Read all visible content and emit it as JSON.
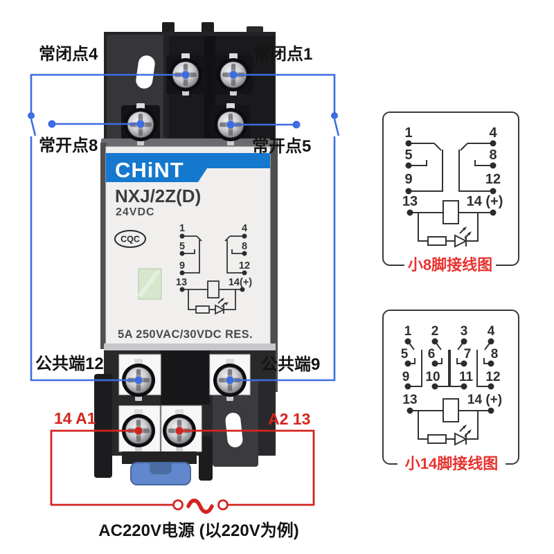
{
  "colors": {
    "annotation_blue": "#3e6de2",
    "annotation_red": "#d42420",
    "caption_red": "#e8322e",
    "brand_blue": "#1478ce",
    "body_dark": "#242427",
    "label_bg": "#f0efed",
    "led_window_green": "#d6e7cd"
  },
  "callouts": {
    "top_left": "常闭点4",
    "top_right": "常闭点1",
    "mid_left": "常开点8",
    "mid_right": "常开点5",
    "common_left": "公共端12",
    "common_right": "公共端9",
    "coil_left": "14 A1",
    "coil_right": "A2 13",
    "power": "AC220V电源 (以220V为例)"
  },
  "relay_label": {
    "brand": "CHiNT",
    "model": "NXJ/2Z(D)",
    "voltage": "24VDC",
    "cert": "CQC",
    "rating": "5A 250VAC/30VDC RES.",
    "pins_left": [
      "1",
      "5",
      "9"
    ],
    "pins_right": [
      "4",
      "8",
      "12"
    ],
    "pin13": "13",
    "pin14": "14(+)"
  },
  "side_diagrams": {
    "box8": {
      "caption": "小8脚接线图",
      "left_pins": [
        "1",
        "5",
        "9"
      ],
      "right_pins": [
        "4",
        "8",
        "12"
      ],
      "pin13": "13",
      "pin14": "14 (+)"
    },
    "box14": {
      "caption": "小14脚接线图",
      "row1": [
        "1",
        "2",
        "3",
        "4"
      ],
      "row2": [
        "5",
        "6",
        "7",
        "8"
      ],
      "row3": [
        "9",
        "10",
        "11",
        "12"
      ],
      "pin13": "13",
      "pin14": "14 (+)"
    }
  }
}
